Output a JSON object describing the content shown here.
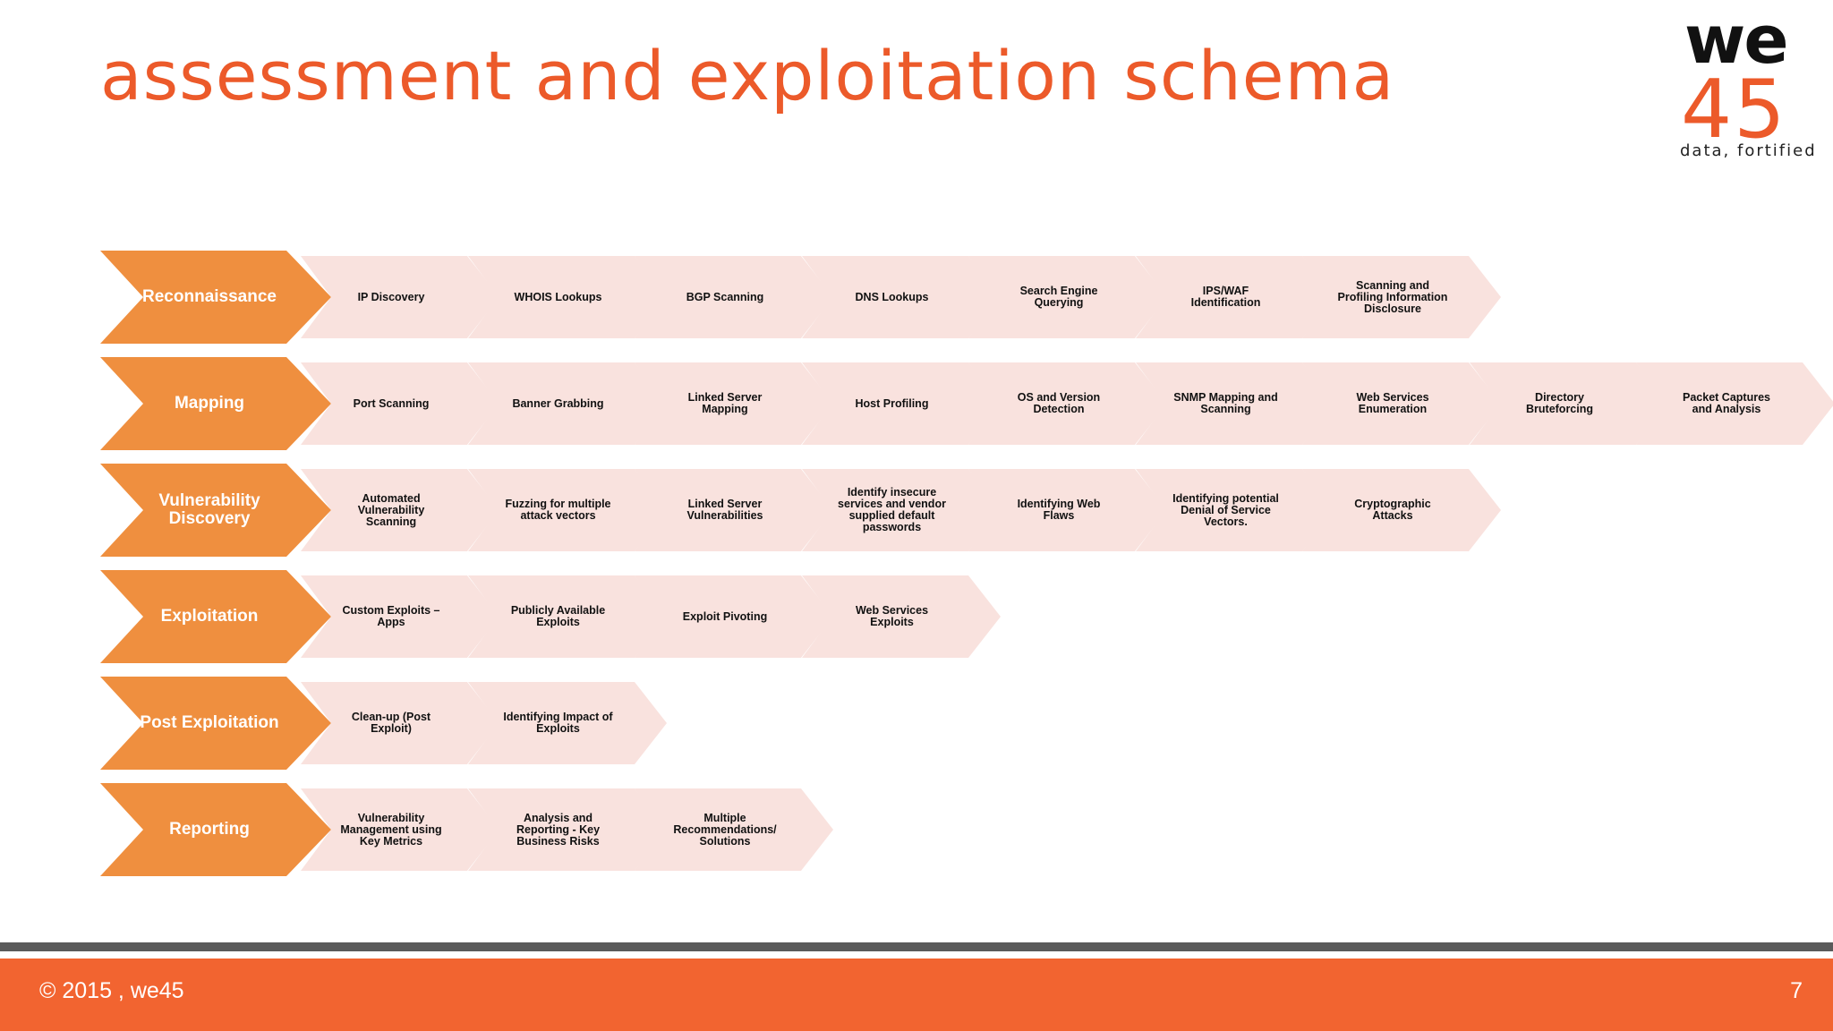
{
  "slide": {
    "title": "assessment and exploitation schema",
    "logo": {
      "top": "we",
      "number": "45",
      "tagline": "data, fortified"
    },
    "footer": {
      "copyright": "© 2015 , we45",
      "page_number": "7"
    }
  },
  "colors": {
    "accent": "#ec5a2a",
    "phase_fill": "#ef8f3f",
    "step_fill": "#f9e2de"
  },
  "phases": [
    {
      "name": "Reconnaissance",
      "steps": [
        "IP Discovery",
        "WHOIS Lookups",
        "BGP Scanning",
        "DNS Lookups",
        "Search Engine\nQuerying",
        "IPS/WAF\nIdentification",
        "Scanning and\nProfiling Information\nDisclosure"
      ]
    },
    {
      "name": "Mapping",
      "steps": [
        "Port Scanning",
        "Banner Grabbing",
        "Linked Server\nMapping",
        "Host Profiling",
        "OS and Version\nDetection",
        "SNMP Mapping and\nScanning",
        "Web Services\nEnumeration",
        "Directory\nBruteforcing",
        "Packet Captures\nand Analysis"
      ]
    },
    {
      "name": "Vulnerability\nDiscovery",
      "steps": [
        "Automated\nVulnerability\nScanning",
        "Fuzzing for multiple\nattack vectors",
        "Linked Server\nVulnerabilities",
        "Identify insecure\nservices and vendor\nsupplied default\npasswords",
        "Identifying Web\nFlaws",
        "Identifying potential\nDenial of Service\nVectors.",
        "Cryptographic\nAttacks"
      ]
    },
    {
      "name": "Exploitation",
      "steps": [
        "Custom Exploits –\nApps",
        "Publicly Available\nExploits",
        "Exploit Pivoting",
        "Web Services\nExploits"
      ]
    },
    {
      "name": "Post Exploitation",
      "steps": [
        "Clean-up (Post\nExploit)",
        "Identifying Impact of\nExploits"
      ]
    },
    {
      "name": "Reporting",
      "steps": [
        "Vulnerability\nManagement using\nKey Metrics",
        "Analysis and\nReporting  - Key\nBusiness Risks",
        "Multiple\nRecommendations/\nSolutions"
      ]
    }
  ]
}
